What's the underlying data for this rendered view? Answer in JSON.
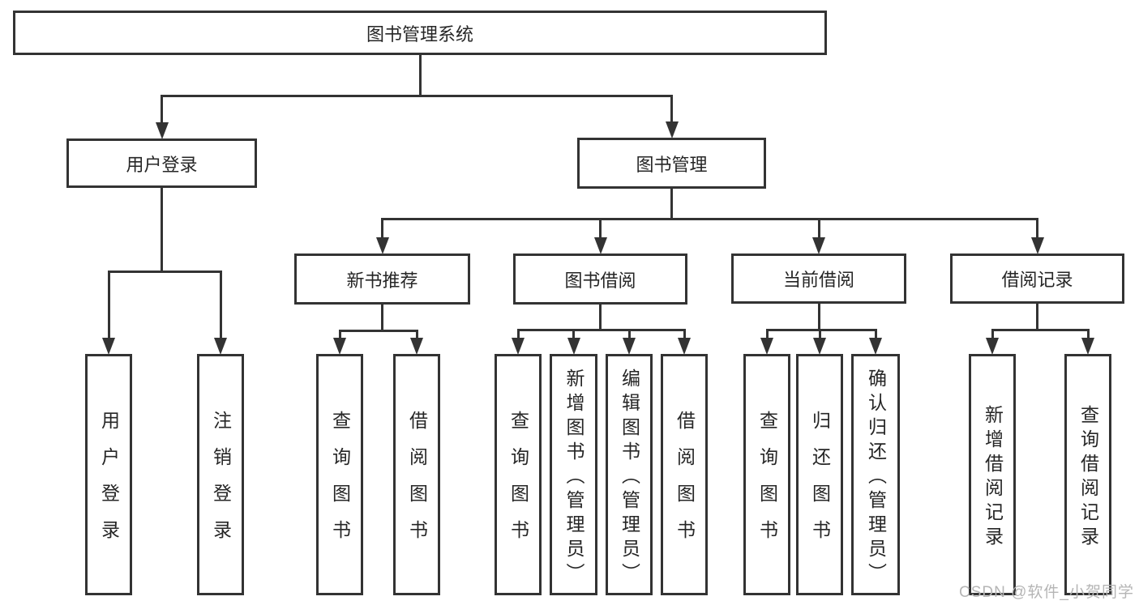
{
  "diagram": {
    "type": "tree",
    "title": "图书管理系统",
    "nodes": [
      {
        "id": "root",
        "label": "图书管理系统",
        "parent": null,
        "vertical": false
      },
      {
        "id": "user-login",
        "label": "用户登录",
        "parent": "root",
        "vertical": false
      },
      {
        "id": "book-mgmt",
        "label": "图书管理",
        "parent": "root",
        "vertical": false
      },
      {
        "id": "leaf-user-login",
        "label": "用户登录",
        "parent": "user-login",
        "vertical": true
      },
      {
        "id": "leaf-logout",
        "label": "注销登录",
        "parent": "user-login",
        "vertical": true
      },
      {
        "id": "new-book-rec",
        "label": "新书推荐",
        "parent": "book-mgmt",
        "vertical": false
      },
      {
        "id": "book-borrow",
        "label": "图书借阅",
        "parent": "book-mgmt",
        "vertical": false
      },
      {
        "id": "current-borrow",
        "label": "当前借阅",
        "parent": "book-mgmt",
        "vertical": false
      },
      {
        "id": "borrow-records",
        "label": "借阅记录",
        "parent": "book-mgmt",
        "vertical": false
      },
      {
        "id": "leaf-query-books-1",
        "label": "查询图书",
        "parent": "new-book-rec",
        "vertical": true
      },
      {
        "id": "leaf-borrow-books-1",
        "label": "借阅图书",
        "parent": "new-book-rec",
        "vertical": true
      },
      {
        "id": "leaf-query-books-2",
        "label": "查询图书",
        "parent": "book-borrow",
        "vertical": true
      },
      {
        "id": "leaf-add-book",
        "label": "新增图书（管理员）",
        "parent": "book-borrow",
        "vertical": true
      },
      {
        "id": "leaf-edit-book",
        "label": "编辑图书（管理员）",
        "parent": "book-borrow",
        "vertical": true
      },
      {
        "id": "leaf-borrow-books-2",
        "label": "借阅图书",
        "parent": "book-borrow",
        "vertical": true
      },
      {
        "id": "leaf-query-books-3",
        "label": "查询图书",
        "parent": "current-borrow",
        "vertical": true
      },
      {
        "id": "leaf-return-book",
        "label": "归还图书",
        "parent": "current-borrow",
        "vertical": true
      },
      {
        "id": "leaf-confirm-return",
        "label": "确认归还（管理员）",
        "parent": "current-borrow",
        "vertical": true
      },
      {
        "id": "leaf-add-borrow-record",
        "label": "新增借阅记录",
        "parent": "borrow-records",
        "vertical": true
      },
      {
        "id": "leaf-query-borrow-record",
        "label": "查询借阅记录",
        "parent": "borrow-records",
        "vertical": true
      }
    ]
  },
  "colors": {
    "line": "#333333",
    "text": "#262626",
    "box_background": "#ffffff",
    "watermark": "#b5b5b5",
    "page_background": "#ffffff"
  },
  "watermark": {
    "text": "CSDN @软件_小贺同学"
  }
}
